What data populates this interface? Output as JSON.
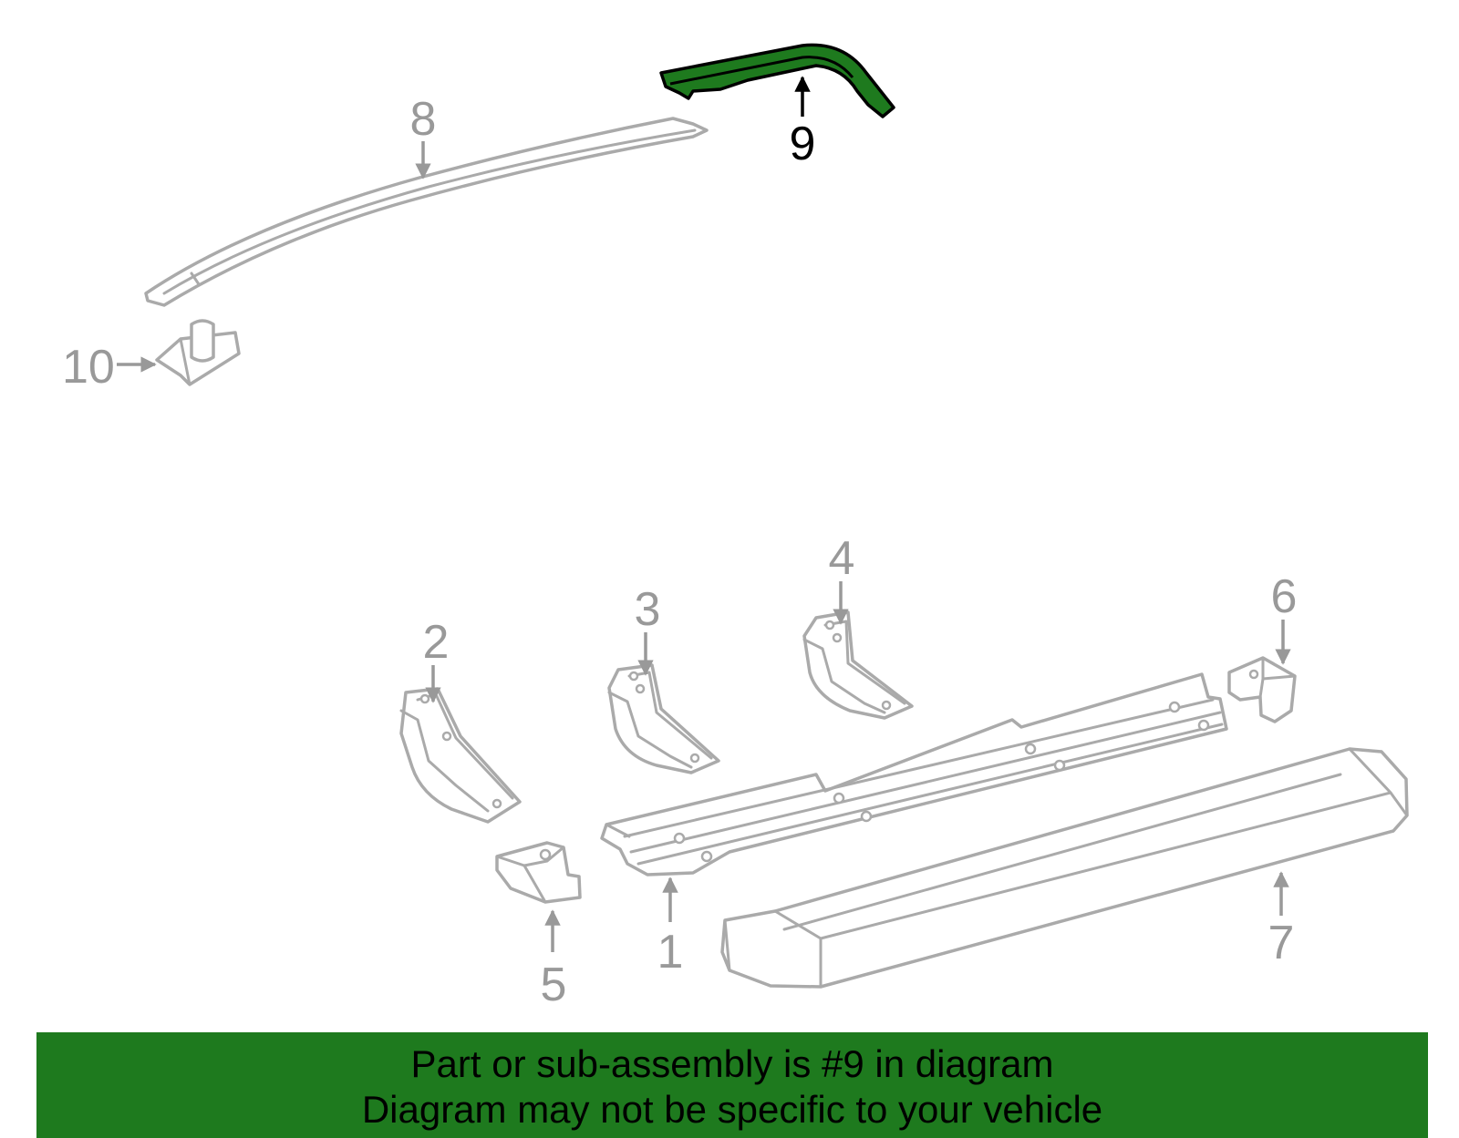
{
  "diagram": {
    "highlight_color": "#1e7a1e",
    "part_stroke_color": "#aaaaaa",
    "callouts": [
      {
        "key": "c1",
        "label": "1",
        "highlighted": false
      },
      {
        "key": "c2",
        "label": "2",
        "highlighted": false
      },
      {
        "key": "c3",
        "label": "3",
        "highlighted": false
      },
      {
        "key": "c4",
        "label": "4",
        "highlighted": false
      },
      {
        "key": "c5",
        "label": "5",
        "highlighted": false
      },
      {
        "key": "c6",
        "label": "6",
        "highlighted": false
      },
      {
        "key": "c7",
        "label": "7",
        "highlighted": false
      },
      {
        "key": "c8",
        "label": "8",
        "highlighted": false
      },
      {
        "key": "c9",
        "label": "9",
        "highlighted": true
      },
      {
        "key": "c10",
        "label": "10",
        "highlighted": false
      }
    ]
  },
  "banner": {
    "line1": "Part or sub-assembly is #9 in diagram",
    "line2": "Diagram may not be specific to your vehicle",
    "background": "#1e7a1e"
  }
}
